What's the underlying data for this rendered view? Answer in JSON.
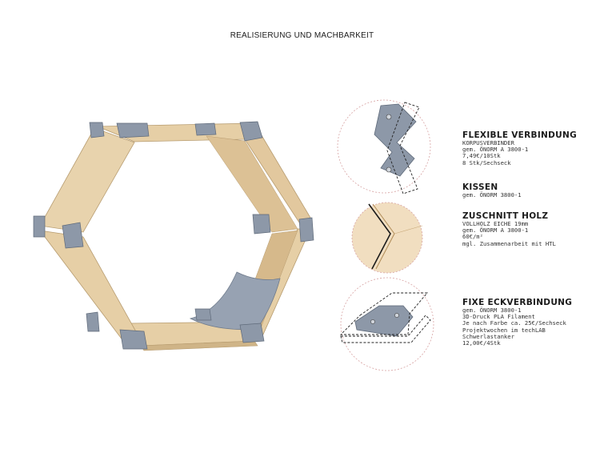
{
  "title": "REALISIERUNG UND MACHBARKEIT",
  "sections": [
    {
      "heading": "FLEXIBLE VERBINDUNG",
      "lines": [
        "KORPUSVERBINDER",
        "gem. ÖNORM A 3800-1",
        "7,49€/10Stk",
        "8 Stk/Sechseck"
      ]
    },
    {
      "heading": "KISSEN",
      "lines": [
        "gem. ÖNORM 3800-1"
      ]
    },
    {
      "heading": "ZUSCHNITT HOLZ",
      "lines": [
        "VOLLHOLZ EICHE 19mm",
        "gem. ÖNORM A 3800-1",
        "60€/m²",
        "mgl. Zusammenarbeit mit HTL"
      ]
    },
    {
      "heading": "FIXE ECKVERBINDUNG",
      "lines": [
        "gem. ÖNORM 3800-1",
        "3D-Druck PLA Filament",
        "Je nach Farbe ca. 25€/Sechseck",
        "Projektwochen im techLAB",
        "Schwerlastanker",
        "12,00€/4Stk"
      ]
    }
  ],
  "colors": {
    "wood": "#e6cfa6",
    "wood_dark": "#cfb487",
    "connector": "#8d98a8",
    "connector_dark": "#6f7b8c",
    "cushion": "#97a2b2",
    "circle_outline": "#d8a4a4"
  }
}
